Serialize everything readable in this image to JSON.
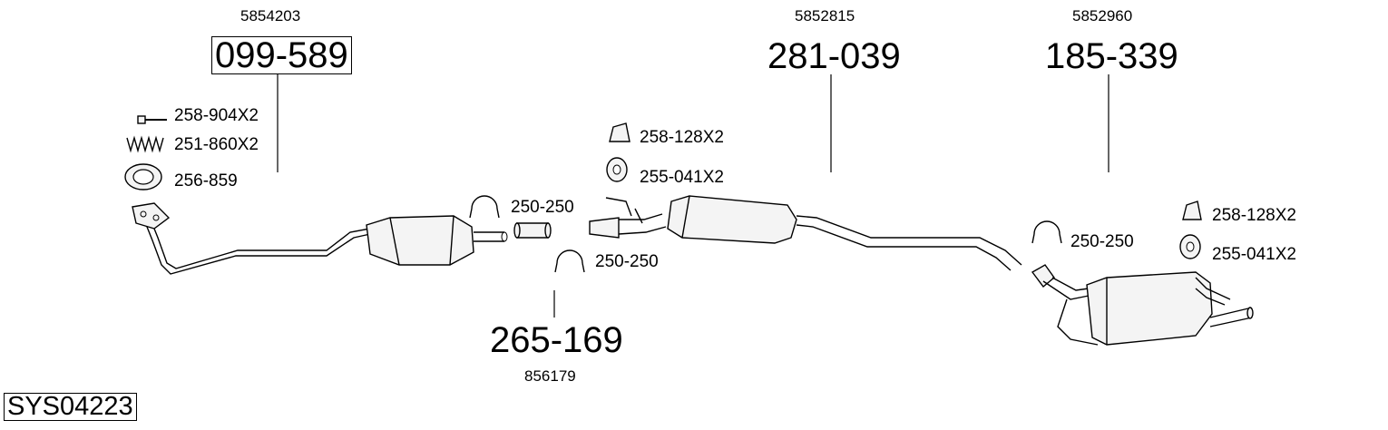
{
  "system_code": "SYS04223",
  "assemblies": [
    {
      "oe_number": "5854203",
      "part_number": "099-589",
      "boxed": true
    },
    {
      "oe_number": "5852815",
      "part_number": "281-039",
      "boxed": false
    },
    {
      "oe_number": "5852960",
      "part_number": "185-339",
      "boxed": false
    },
    {
      "oe_number": "856179",
      "part_number": "265-169",
      "boxed": false
    }
  ],
  "accessories": {
    "bolt": "258-904X2",
    "spring": "251-860X2",
    "gasket": "256-859",
    "clamp_front_upper": "250-250",
    "clamp_front_lower": "250-250",
    "bracket_mid": "258-128X2",
    "rubber_mid": "255-041X2",
    "clamp_rear": "250-250",
    "bracket_rear": "258-128X2",
    "rubber_rear": "255-041X2"
  },
  "icons": [
    "bolt-icon",
    "spring-icon",
    "gasket-icon",
    "clamp-icon",
    "bracket-icon",
    "rubber-mount-icon"
  ]
}
